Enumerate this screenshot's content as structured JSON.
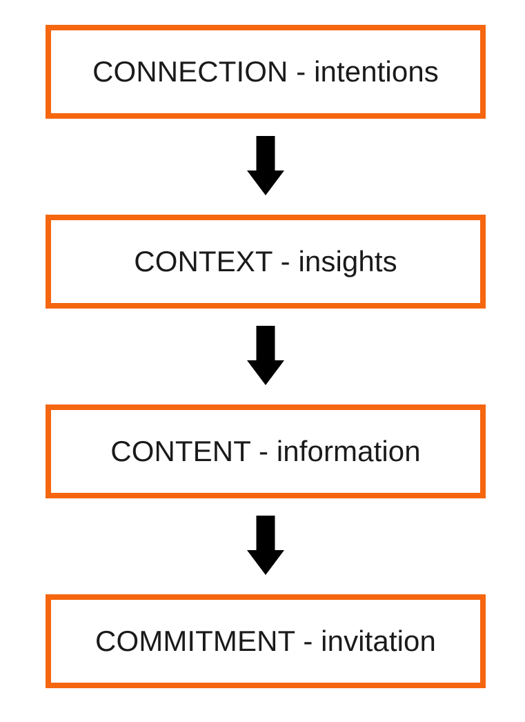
{
  "diagram": {
    "type": "vertical-flowchart",
    "orientation": "top-to-bottom",
    "accent_color": "#f5660f",
    "text_color": "#1a1a1a",
    "background_color": "#ffffff",
    "stages": [
      {
        "id": "connection",
        "label": "CONNECTION - intentions",
        "keyword": "CONNECTION",
        "descriptor": "intentions"
      },
      {
        "id": "context",
        "label": "CONTEXT - insights",
        "keyword": "CONTEXT",
        "descriptor": "insights"
      },
      {
        "id": "content",
        "label": "CONTENT - information",
        "keyword": "CONTENT",
        "descriptor": "information"
      },
      {
        "id": "commitment",
        "label": "COMMITMENT - invitation",
        "keyword": "COMMITMENT",
        "descriptor": "invitation"
      }
    ],
    "connectors": [
      {
        "id": "arrow-1",
        "icon": "arrow-down-icon",
        "from": "connection",
        "to": "context"
      },
      {
        "id": "arrow-2",
        "icon": "arrow-down-icon",
        "from": "context",
        "to": "content"
      },
      {
        "id": "arrow-3",
        "icon": "arrow-down-icon",
        "from": "content",
        "to": "commitment"
      }
    ]
  }
}
